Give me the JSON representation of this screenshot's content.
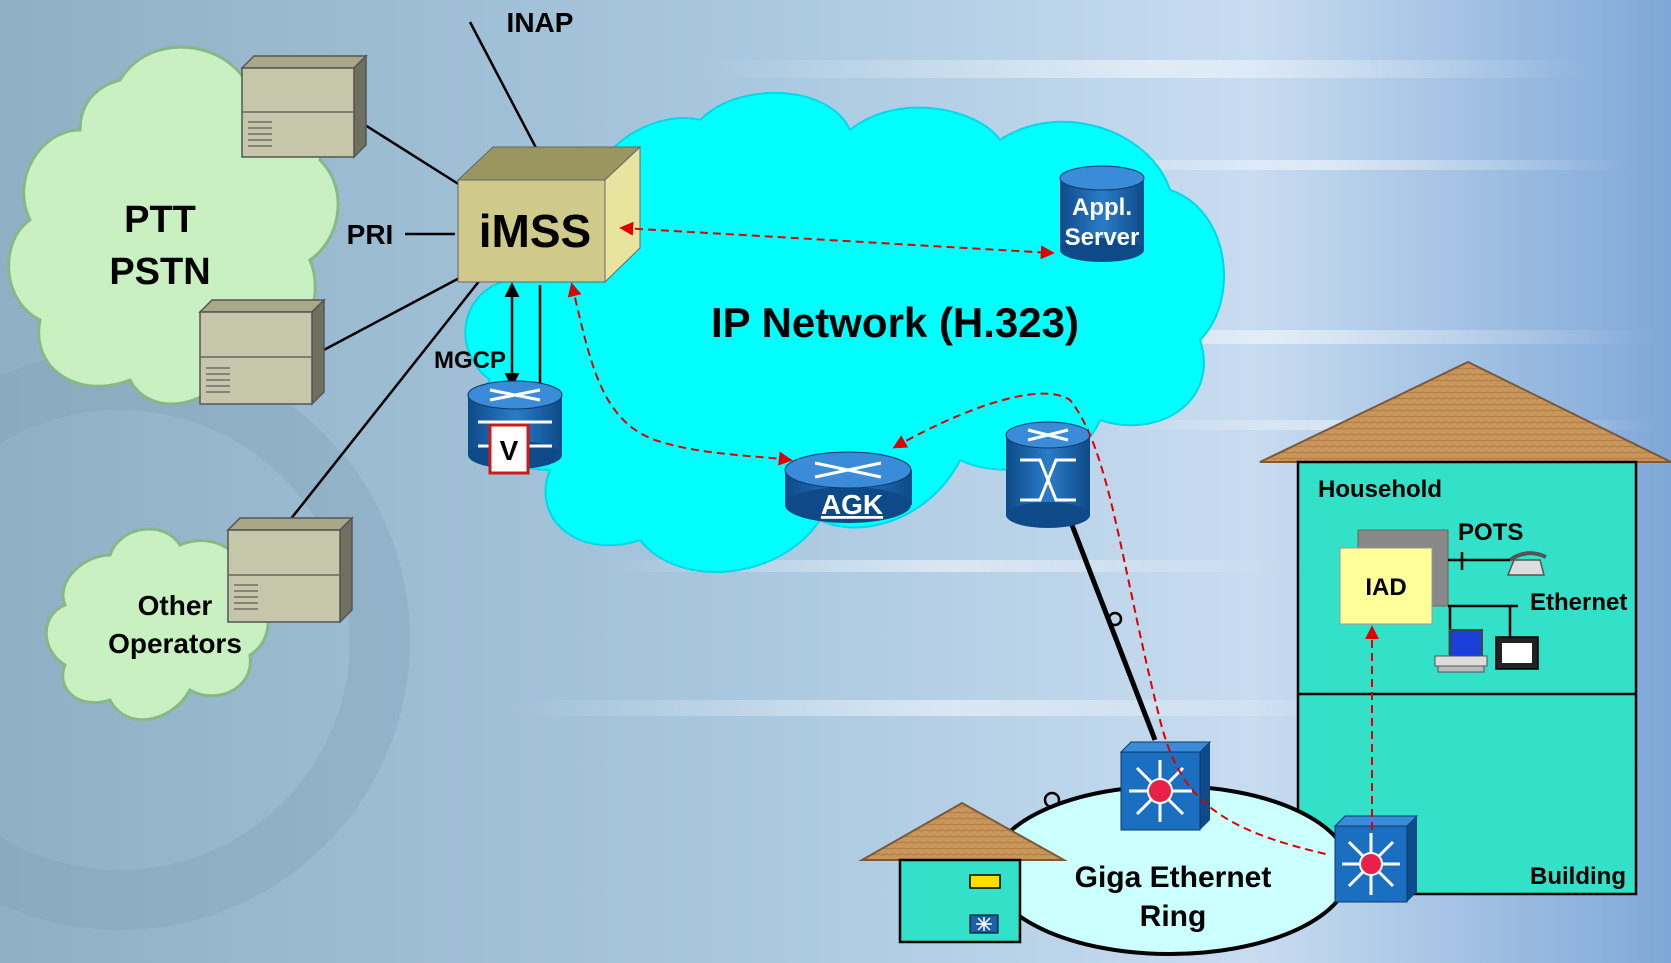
{
  "labels": {
    "inap": "INAP",
    "pri": "PRI",
    "imss": "iMSS",
    "mgcp": "MGCP",
    "ptt_line1": "PTT",
    "ptt_line2": "PSTN",
    "other_line1": "Other",
    "other_line2": "Operators",
    "appl_line1": "Appl.",
    "appl_line2": "Server",
    "ip_network": "IP Network (H.323)",
    "agk": "AGK",
    "voice_gateway": "V",
    "household": "Household",
    "pots": "POTS",
    "iad": "IAD",
    "ethernet": "Ethernet",
    "building": "Building",
    "ring_line1": "Giga Ethernet",
    "ring_line2": "Ring"
  },
  "colors": {
    "pstn_cloud": "#c8f0c0",
    "ip_cloud": "#00ffff",
    "imss_box": "#cfc98a",
    "building_fill": "#33e0c8",
    "iad_fill": "#ffff99",
    "roof": "#c8955a",
    "ring_fill": "#ccffff",
    "flow_arrow": "#e00000",
    "device_blue": "#1a5fa8"
  },
  "icons": {
    "switch_pstn_1": "server-box-icon",
    "switch_pstn_2": "server-box-icon",
    "switch_other": "server-box-icon",
    "voice_gateway": "voice-router-icon",
    "agk": "router-icon",
    "core_switch": "atm-switch-icon",
    "ring_switch_1": "layer3-switch-icon",
    "ring_switch_2": "layer3-switch-icon",
    "phone": "telephone-icon",
    "pc": "computer-icon",
    "monitor": "monitor-icon"
  }
}
